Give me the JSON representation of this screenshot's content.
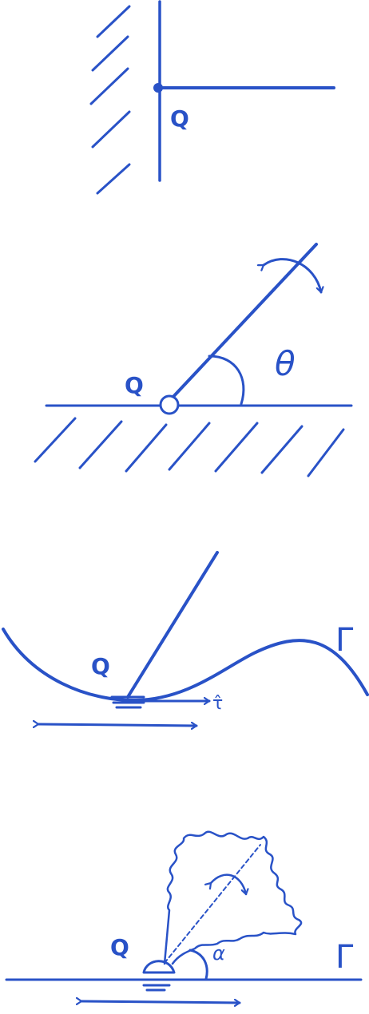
{
  "panels": [
    {
      "id": "fixed-support",
      "point_label": "Q"
    },
    {
      "id": "pin-joint",
      "point_label": "Q",
      "angle_label": "θ"
    },
    {
      "id": "slider-on-curve",
      "point_label": "Q",
      "tangent_label": "τ̂",
      "curve_label": "Γ"
    },
    {
      "id": "cone-slider",
      "point_label": "Q",
      "angle_label": "α",
      "curve_label": "Γ"
    }
  ],
  "ink_color": "#2952c7"
}
